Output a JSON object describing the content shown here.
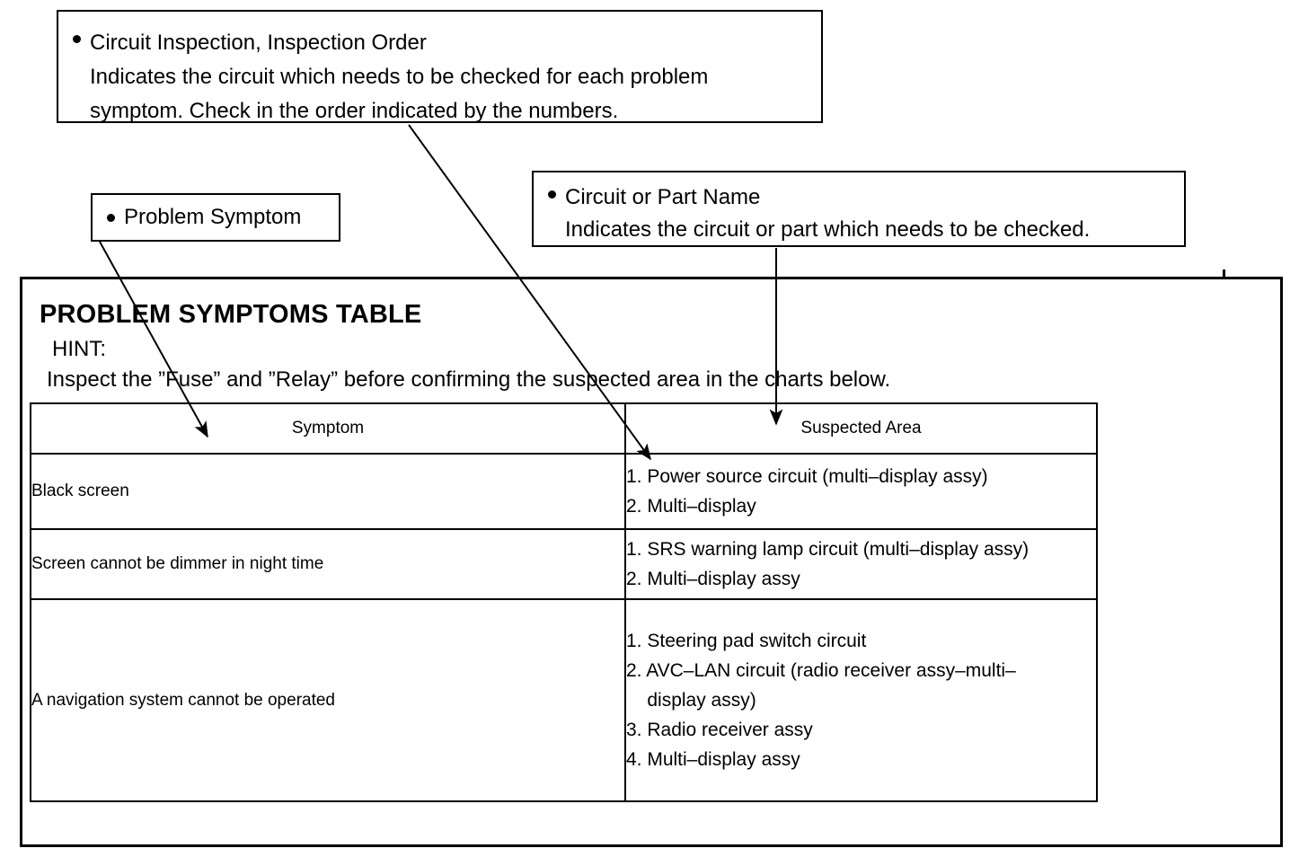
{
  "callouts": {
    "inspection": {
      "title": "Circuit Inspection, Inspection Order",
      "line2": "Indicates the circuit which needs to be checked for each problem",
      "line3": "symptom. Check in the order indicated by the numbers."
    },
    "problem_symptom": {
      "title": "Problem Symptom"
    },
    "part_name": {
      "title": "Circuit or Part Name",
      "line2": "Indicates the circuit or part which needs to be checked."
    }
  },
  "section": {
    "title": "PROBLEM SYMPTOMS TABLE",
    "hint_label": "HINT:",
    "hint_text": "Inspect the ”Fuse” and ”Relay” before confirming the suspected area in the charts below."
  },
  "table": {
    "headers": [
      "Symptom",
      "Suspected Area"
    ],
    "rows": [
      {
        "symptom": "Black screen",
        "suspected_area": [
          "1. Power source circuit (multi–display assy)",
          "2. Multi–display"
        ]
      },
      {
        "symptom": "Screen cannot be dimmer in night time",
        "suspected_area": [
          "1. SRS warning lamp circuit (multi–display assy)",
          "2. Multi–display assy"
        ]
      },
      {
        "symptom": "A navigation system cannot be operated",
        "suspected_area": [
          "1. Steering pad switch circuit",
          "2. AVC–LAN circuit (radio receiver assy–multi–\n    display assy)",
          "3. Radio receiver assy",
          "4. Multi–display assy"
        ]
      }
    ]
  },
  "colors": {
    "ink": "#000000",
    "paper": "#ffffff"
  }
}
